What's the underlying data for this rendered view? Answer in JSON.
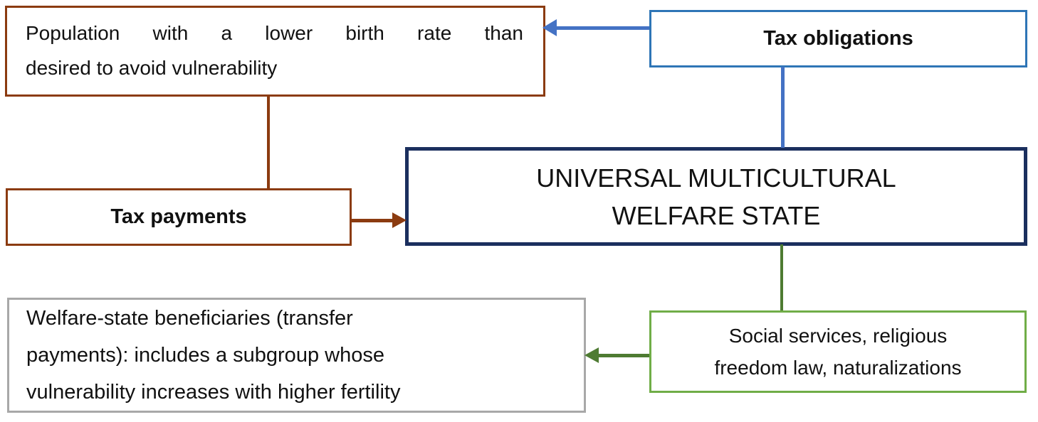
{
  "colors": {
    "brown": "#8B3B10",
    "blue_border": "#2E75B6",
    "blue_connector": "#4472C4",
    "navy": "#1B2F5E",
    "green_border": "#70AD47",
    "green_connector": "#4E7B32",
    "gray_border": "#A8A8A8",
    "text": "#111111"
  },
  "boxes": {
    "population": {
      "lines": [
        "Population with a lower birth rate than",
        "desired to avoid vulnerability"
      ]
    },
    "tax_obligations": {
      "label": "Tax obligations"
    },
    "welfare_state": {
      "lines": [
        "UNIVERSAL MULTICULTURAL",
        "WELFARE STATE"
      ]
    },
    "tax_payments": {
      "label": "Tax payments"
    },
    "beneficiaries": {
      "lines": [
        "Welfare-state beneficiaries (transfer",
        "payments): includes a subgroup whose",
        "vulnerability increases with higher fertility"
      ]
    },
    "social_services": {
      "lines": [
        "Social services, religious",
        "freedom law, naturalizations"
      ]
    }
  },
  "connectors": {
    "tax_obligations_to_population": {
      "type": "arrow-left",
      "color": "#4472C4"
    },
    "tax_obligations_to_welfare": {
      "type": "line",
      "color": "#4472C4"
    },
    "population_to_tax_payments": {
      "type": "line",
      "color": "#8B3B10"
    },
    "tax_payments_to_welfare": {
      "type": "arrow-right",
      "color": "#8B3B10"
    },
    "welfare_to_social_services": {
      "type": "line",
      "color": "#4E7B32"
    },
    "social_services_to_beneficiaries": {
      "type": "arrow-left",
      "color": "#4E7B32"
    }
  }
}
